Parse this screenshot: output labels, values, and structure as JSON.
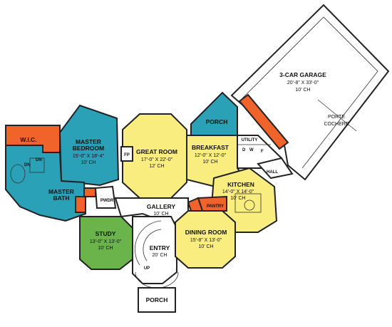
{
  "colors": {
    "blue": "#2aa1b6",
    "yellow": "#f9ed80",
    "orange": "#f0632a",
    "green": "#6bb44c",
    "white": "#ffffff",
    "line": "#222222"
  },
  "rooms": {
    "garage": {
      "name": "3-CAR GARAGE",
      "dims": "20'-8\" X 33'-0\"",
      "ch": "10' CH"
    },
    "porte": {
      "line1": "PORTE",
      "line2": "COCHERE"
    },
    "porch_top": {
      "name": "PORCH"
    },
    "utility": {
      "name": "UTILITY",
      "d": "D",
      "w": "W",
      "f": "F"
    },
    "hall": {
      "name": "HALL"
    },
    "breakfast": {
      "name": "BREAKFAST",
      "dims": "12'-0\" X 12'-0\"",
      "ch": "10' CH"
    },
    "kitchen": {
      "name": "KITCHEN",
      "dims": "14'-0\" X 14'-0\"",
      "ch": "10' CH"
    },
    "pantry": {
      "name": "PANTRY"
    },
    "great_room": {
      "name": "GREAT ROOM",
      "dims": "17'-0\" X 22'-0\"",
      "ch": "12' CH"
    },
    "fp": {
      "name": "FP"
    },
    "master_bedroom": {
      "line1": "MASTER",
      "line2": "BEDROOM",
      "dims": "15'-0\" X 18'-4\"",
      "ch": "10' CH"
    },
    "wic": {
      "name": "W.I.C."
    },
    "dn1": {
      "name": "DN"
    },
    "dn2": {
      "name": "DN"
    },
    "master_bath": {
      "line1": "MASTER",
      "line2": "BATH"
    },
    "pwdr": {
      "name": "PWDR"
    },
    "gallery": {
      "name": "GALLERY",
      "ch": "10' CH"
    },
    "study": {
      "name": "STUDY",
      "dims": "13'-0\" X 13'-0\"",
      "ch": "10' CH"
    },
    "entry": {
      "name": "ENTRY",
      "ch": "20' CH"
    },
    "up": {
      "name": "UP"
    },
    "dining": {
      "name": "DINING ROOM",
      "dims": "15'-8\" X 13'-0\"",
      "ch": "10' CH"
    },
    "porch_bottom": {
      "name": "PORCH"
    }
  }
}
